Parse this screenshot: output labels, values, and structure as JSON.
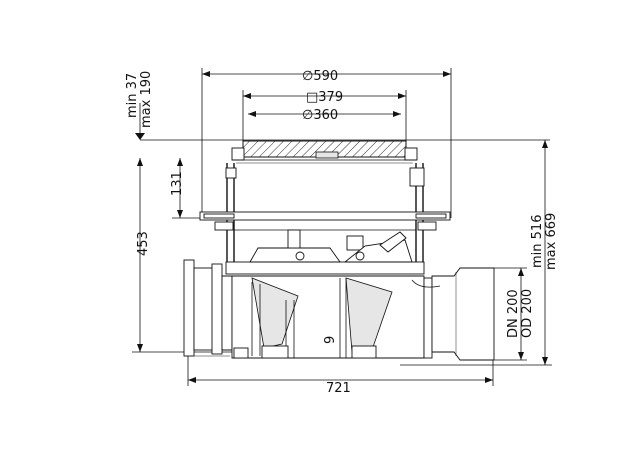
{
  "diagram": {
    "dims": {
      "d590": "∅590",
      "sq379": "□379",
      "d360": "∅360",
      "min37": "min 37",
      "max190": "max 190",
      "v131": "131",
      "v453": "453",
      "min516": "min 516",
      "max669": "max 669",
      "dn200": "DN 200",
      "od200": "OD 200",
      "v9": "9",
      "v721": "721"
    }
  }
}
